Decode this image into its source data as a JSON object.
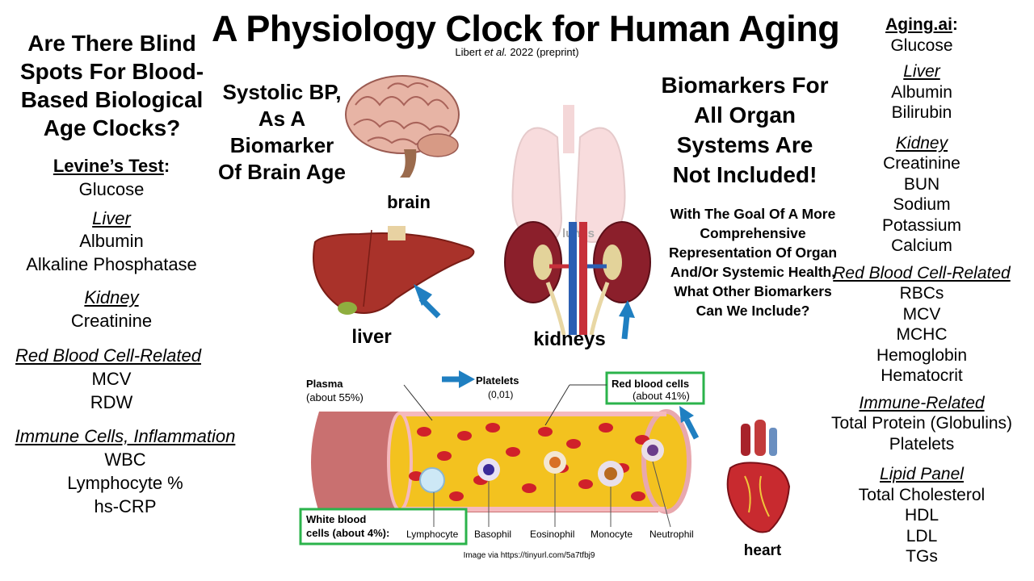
{
  "title": "A Physiology Clock for Human Aging",
  "citation": {
    "authors": "Libert ",
    "etal": "et al.",
    "year": " 2022 (preprint)"
  },
  "left": {
    "question": "Are There Blind Spots For Blood-Based Biological Age Clocks?",
    "levine_heading": "Levine’s Test",
    "levine_colon": ":",
    "glucose": "Glucose",
    "liver_heading": "Liver",
    "albumin": "Albumin",
    "alk_phos": "Alkaline Phosphatase",
    "kidney_heading": "Kidney",
    "creatinine": "Creatinine",
    "rbc_heading": "Red Blood Cell-Related",
    "mcv": "MCV",
    "rdw": "RDW",
    "immune_heading": "Immune Cells, Inflammation",
    "wbc": "WBC",
    "lymph": "Lymphocyte %",
    "crp": "hs-CRP"
  },
  "middle": {
    "bp_text": "Systolic BP, As A Biomarker Of Brain Age",
    "biomarkers_text": "Biomarkers For All Organ Systems Are Not Included!",
    "goal_text": "With The Goal Of A More Comprehensive Representation Of Organ And/Or Systemic Health, What Other Biomarkers Can We Include?",
    "labels": {
      "brain": "brain",
      "liver": "liver",
      "kidneys": "kidneys",
      "lungs": "lungs",
      "heart": "heart"
    },
    "vessel": {
      "plasma": "Plasma",
      "plasma_pct": "(about 55%)",
      "platelets": "Platelets",
      "platelets_pct": "(0,01)",
      "rbc": "Red blood cells",
      "rbc_pct": "(about 41%)",
      "wbc": "White blood",
      "wbc_pct": "cells (about 4%):",
      "lymphocyte": "Lymphocyte",
      "basophil": "Basophil",
      "eosinophil": "Eosinophil",
      "monocyte": "Monocyte",
      "neutrophil": "Neutrophil"
    },
    "image_credit": "Image via https://tinyurl.com/5a7tfbj9"
  },
  "right": {
    "aging_heading": "Aging.ai",
    "aging_colon": ":",
    "glucose": "Glucose",
    "liver_heading": "Liver",
    "albumin": "Albumin",
    "bilirubin": "Bilirubin",
    "kidney_heading": "Kidney",
    "creatinine": "Creatinine",
    "bun": "BUN",
    "sodium": "Sodium",
    "potassium": "Potassium",
    "calcium": "Calcium",
    "rbc_heading": "Red Blood Cell-Related",
    "rbcs": "RBCs",
    "mcv": "MCV",
    "mchc": "MCHC",
    "hemoglobin": "Hemoglobin",
    "hematocrit": "Hematocrit",
    "immune_heading": "Immune-Related",
    "total_protein": "Total Protein (Globulins)",
    "platelets": "Platelets",
    "lipid_heading": "Lipid Panel",
    "total_chol": "Total Cholesterol",
    "hdl": "HDL",
    "ldl": "LDL",
    "tgs": "TGs"
  },
  "colors": {
    "arrow": "#1f7fc1",
    "highlight_box": "#2bb34b",
    "rbc": "#d0202a",
    "plasma": "#f2c11f",
    "liver": "#a9322a"
  },
  "icons": [
    "brain-illustration",
    "lungs-illustration",
    "liver-illustration",
    "kidneys-illustration",
    "blood-vessel-illustration",
    "heart-illustration",
    "arrow-icon"
  ]
}
